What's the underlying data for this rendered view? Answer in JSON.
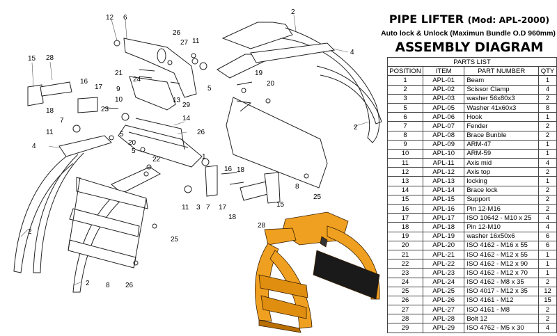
{
  "header": {
    "title_main": "PIPE LIFTER",
    "title_model": "(Mod: APL-2000)",
    "subtitle": "Auto lock & Unlock (Maximun Bundle O.D 960mm)",
    "heading": "ASSEMBLY DIAGRAM"
  },
  "parts_list": {
    "caption": "PARTS LIST",
    "columns": [
      "POSITION",
      "ITEM",
      "PART NUMBER",
      "QTY"
    ],
    "rows": [
      [
        "1",
        "APL-01",
        "Beam",
        "1"
      ],
      [
        "2",
        "APL-02",
        "Scissor Clamp",
        "4"
      ],
      [
        "3",
        "APL-03",
        "washer 56x80x3",
        "2"
      ],
      [
        "5",
        "APL-05",
        "Washer 41x60x3",
        "8"
      ],
      [
        "6",
        "APL-06",
        "Hook",
        "1"
      ],
      [
        "7",
        "APL-07",
        "Fender",
        "2"
      ],
      [
        "8",
        "APL-08",
        "Brace Bunble",
        "2"
      ],
      [
        "9",
        "APL-09",
        "ARM-47",
        "1"
      ],
      [
        "10",
        "APL-10",
        "ARM-59",
        "1"
      ],
      [
        "11",
        "APL-11",
        "Axis mid",
        "4"
      ],
      [
        "12",
        "APL-12",
        "Axis top",
        "2"
      ],
      [
        "13",
        "APL-13",
        "locking",
        "1"
      ],
      [
        "14",
        "APL-14",
        "Brace lock",
        "2"
      ],
      [
        "15",
        "APL-15",
        "Support",
        "2"
      ],
      [
        "16",
        "APL-16",
        "Pin 12-M16",
        "2"
      ],
      [
        "17",
        "APL-17",
        "ISO 10642 - M10 x  25",
        "4"
      ],
      [
        "18",
        "APL-18",
        "Pin 12-M10",
        "4"
      ],
      [
        "19",
        "APL-19",
        "washer 16x50x6",
        "6"
      ],
      [
        "20",
        "APL-20",
        "ISO 4162 - M16 x 55",
        "6"
      ],
      [
        "21",
        "APL-21",
        "ISO 4162 - M12 x 55",
        "1"
      ],
      [
        "22",
        "APL-22",
        "ISO 4162 - M12 x 90",
        "1"
      ],
      [
        "23",
        "APL-23",
        "ISO 4162 - M12 x 70",
        "1"
      ],
      [
        "24",
        "APL-24",
        "ISO 4162 - M8 x 35",
        "2"
      ],
      [
        "25",
        "APL-25",
        "ISO 4017 - M12 x 35",
        "12"
      ],
      [
        "26",
        "APL-26",
        "ISO 4161 - M12",
        "15"
      ],
      [
        "27",
        "APL-27",
        "ISO 4161 - M8",
        "2"
      ],
      [
        "28",
        "APL-28",
        "Bolt 12",
        "2"
      ],
      [
        "29",
        "APL-29",
        "ISO 4762 - M5 x 30",
        "4"
      ]
    ]
  },
  "callouts": [
    "1",
    "2",
    "3",
    "4",
    "5",
    "6",
    "7",
    "8",
    "9",
    "10",
    "11",
    "12",
    "13",
    "14",
    "15",
    "16",
    "17",
    "18",
    "19",
    "20",
    "21",
    "22",
    "23",
    "24",
    "25",
    "26",
    "27",
    "28",
    "29"
  ],
  "colors": {
    "render_fill": "#f0a020",
    "render_shadow": "#b86e00",
    "line": "#222222"
  }
}
